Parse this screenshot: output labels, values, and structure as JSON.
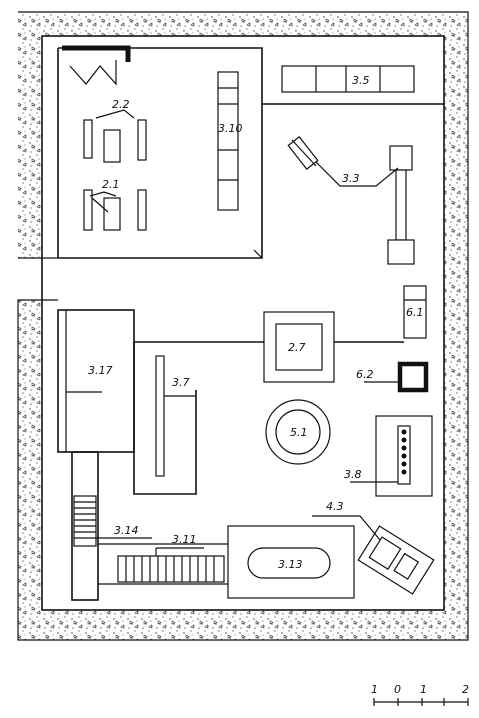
{
  "labels": {
    "l22": "2.2",
    "l21": "2.1",
    "l310": "3.10",
    "l35": "3.5",
    "l33": "3.3",
    "l61": "6.1",
    "l27": "2.7",
    "l317": "3.17",
    "l37": "3.7",
    "l62": "6.2",
    "l51": "5.1",
    "l38": "3.8",
    "l43": "4.3",
    "l314": "3.14",
    "l311": "3.11",
    "l313": "3.13"
  },
  "scale": {
    "t1": "1",
    "t0": "0",
    "t1b": "1",
    "t2": "2"
  },
  "colors": {
    "ink": "#111111",
    "ground": "#ffffff"
  }
}
